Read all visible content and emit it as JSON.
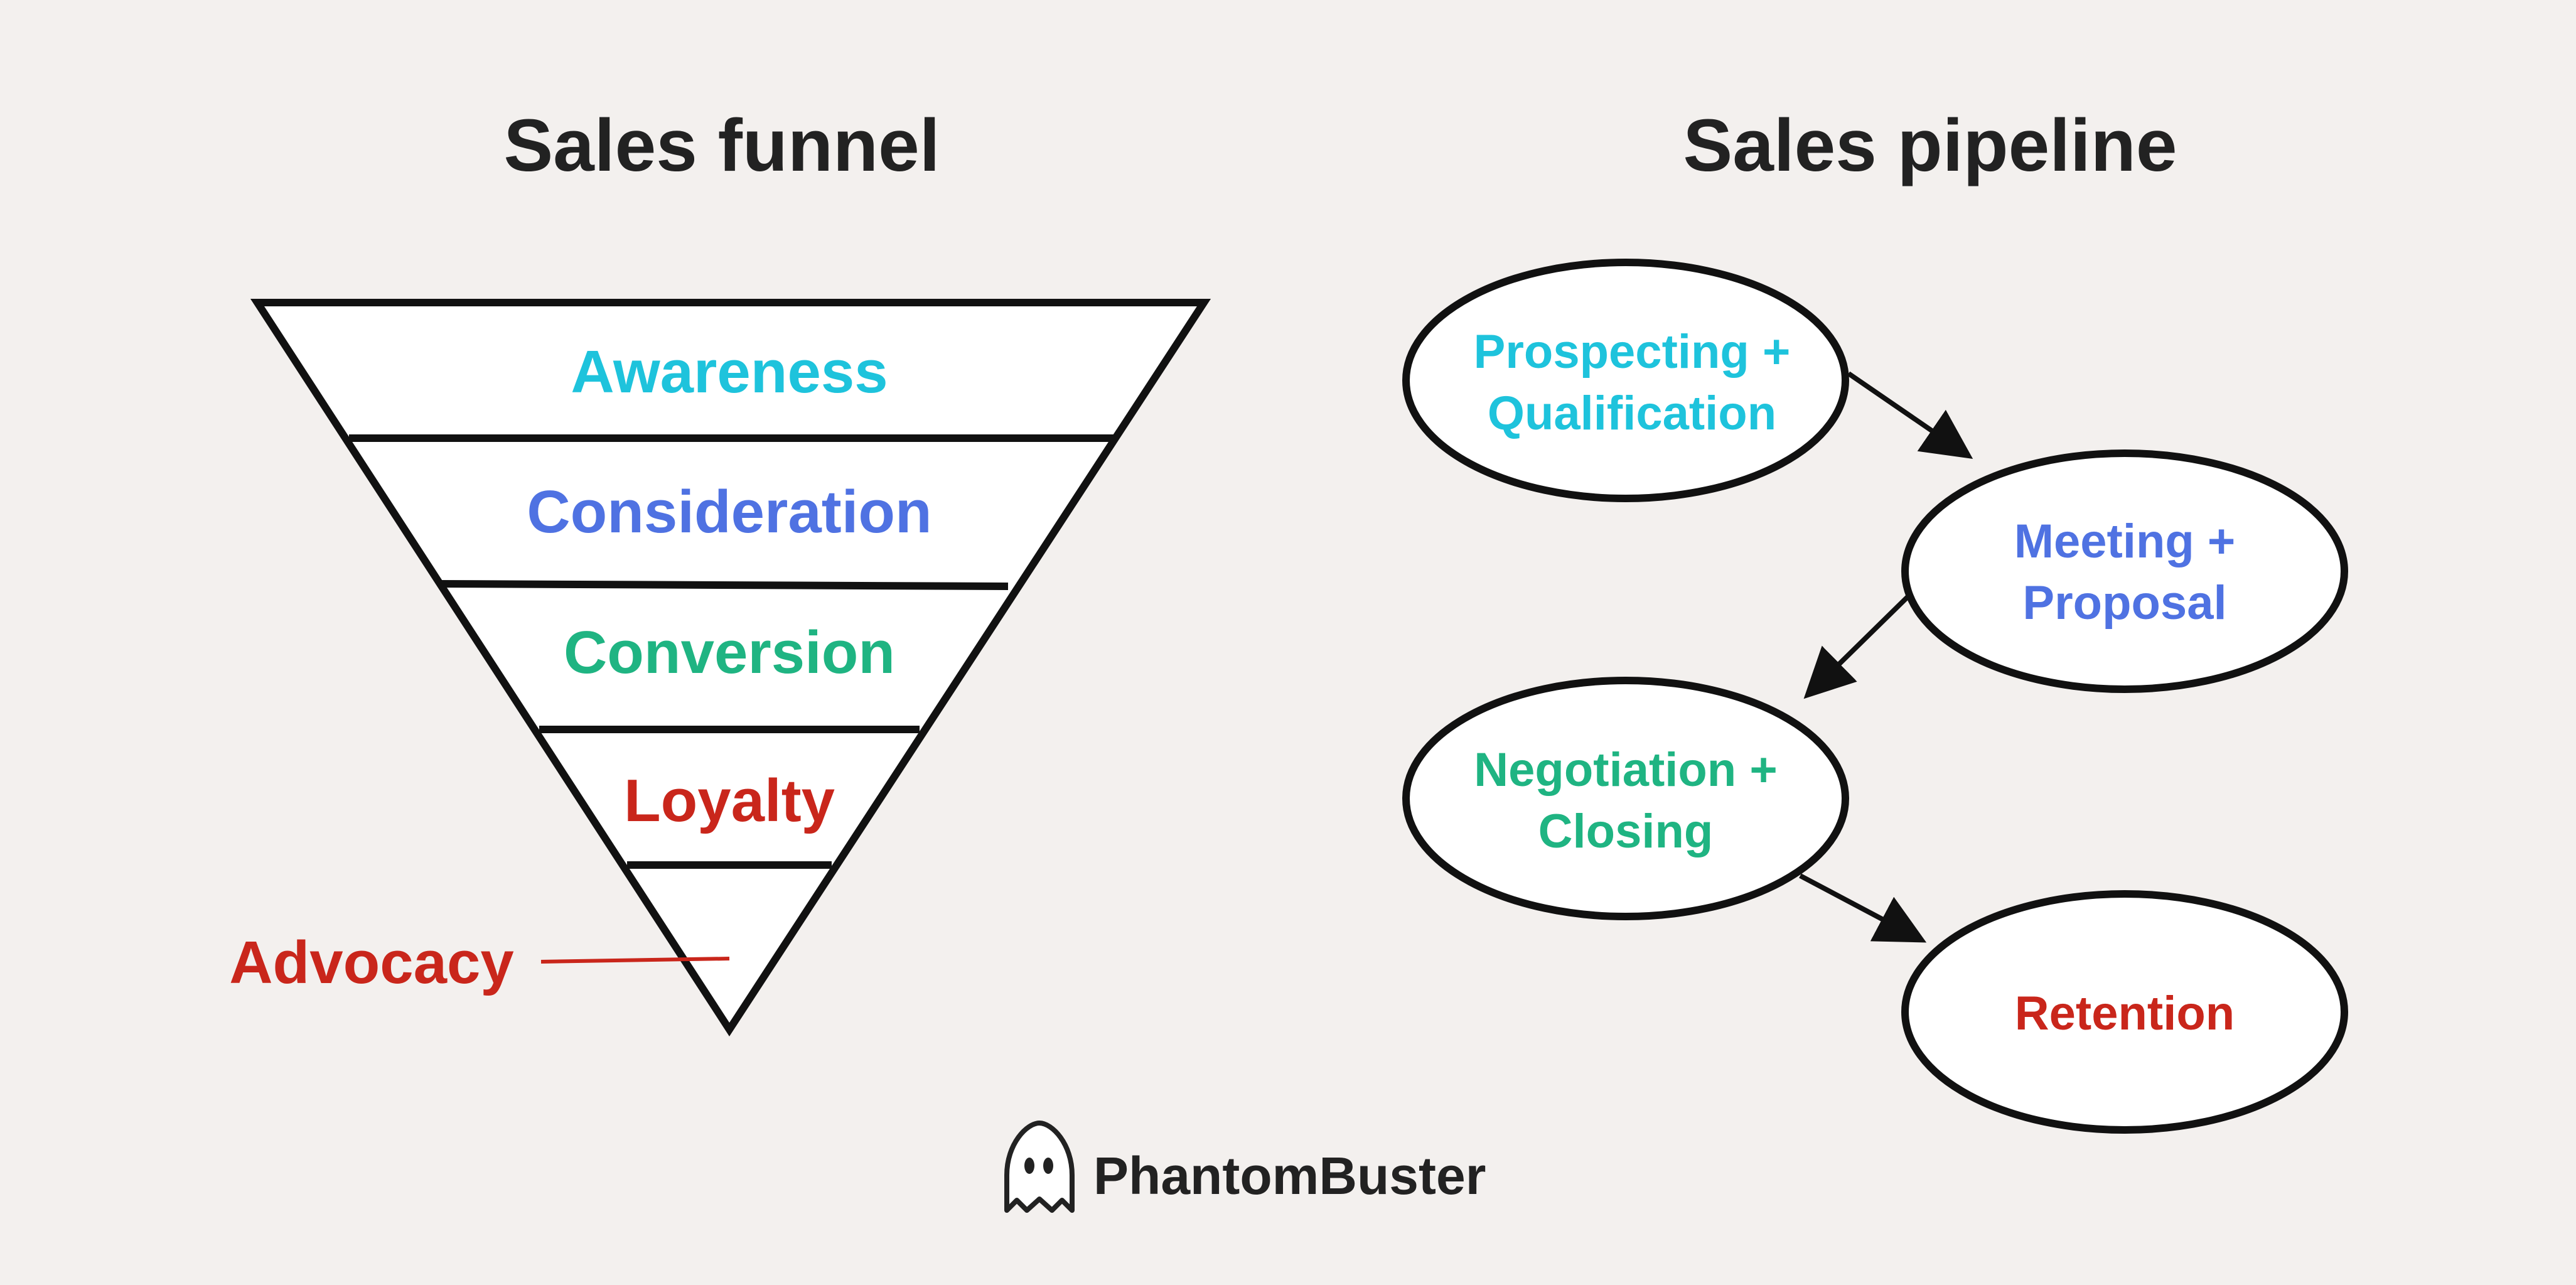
{
  "funnel": {
    "title": "Sales funnel",
    "stages": [
      {
        "label": "Awareness",
        "color": "#1ec3dc"
      },
      {
        "label": "Consideration",
        "color": "#4f72e2"
      },
      {
        "label": "Conversion",
        "color": "#1fb482"
      },
      {
        "label": "Loyalty",
        "color": "#c9261b"
      }
    ],
    "callout": {
      "label": "Advocacy",
      "color": "#c9261b"
    }
  },
  "pipeline": {
    "title": "Sales pipeline",
    "stages": [
      {
        "line1": "Prospecting +",
        "line2": "Qualification",
        "color": "#1ec3dc"
      },
      {
        "line1": "Meeting +",
        "line2": "Proposal",
        "color": "#4f72e2"
      },
      {
        "line1": "Negotiation +",
        "line2": "Closing",
        "color": "#1fb482"
      },
      {
        "line1": "Retention",
        "line2": "",
        "color": "#c9261b"
      }
    ]
  },
  "brand": {
    "name": "PhantomBuster",
    "icon": "ghost-logo-icon"
  }
}
